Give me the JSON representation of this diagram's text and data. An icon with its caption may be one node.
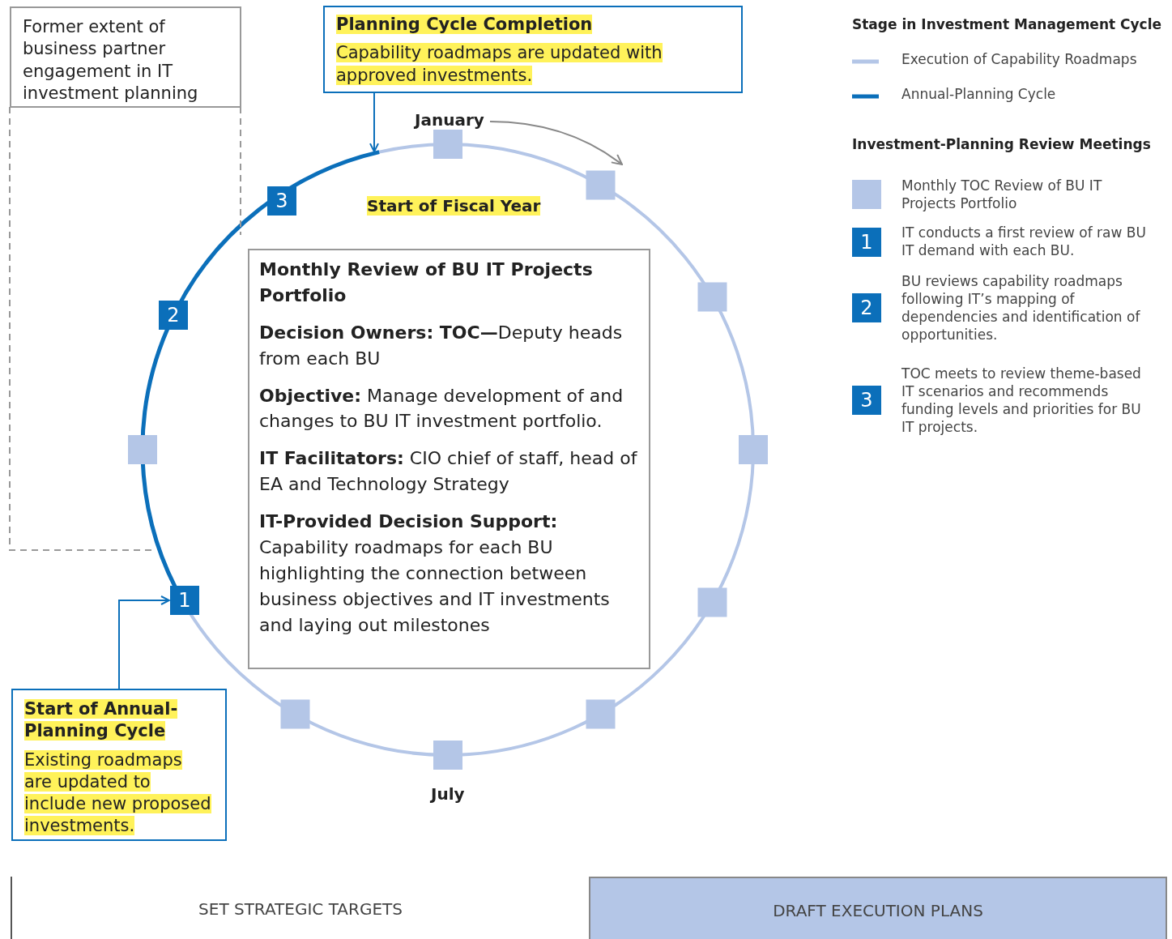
{
  "diagram": {
    "nodes": [
      {
        "text": [
          "Former extent of business partner engagement in IT investment planning"
        ]
      },
      {
        "text": [
          "Planning Cycle Completion",
          "Capability roadmaps are updated with approved investments."
        ]
      },
      {
        "text": [
          "3"
        ]
      },
      {
        "text": [
          "2"
        ]
      },
      {
        "text": [
          "Monthly Review of BU IT Projects Portfolio",
          "**Decision Owners: TOC—**Deputy heads from each BU",
          "**Objective:** Manage development of and changes to BU IT investment portfolio.",
          "**IT Facilitators:** CIO chief of staff, head of EA and Technology Strategy",
          "**IT-Provided Decision Support:** Capability roadmaps for each BU highlighting the connection between business objectives and IT investments and laying out milestones"
        ]
      },
      {
        "text": [
          "1"
        ]
      },
      {
        "text": [
          "Start of Annual-Planning Cycle",
          "Existing roadmaps are updated to include new proposed investments."
        ]
      },
      {
        "text": [
          "SET STRATEGIC TARGETS"
        ]
      },
      {
        "text": [
          "DRAFT EXECUTION PLANS"
        ]
      },
      {
        "text": [
          "1"
        ]
      },
      {
        "text": [
          "2"
        ]
      },
      {
        "text": [
          "3"
        ]
      }
    ],
    "edges": [
      {
        "from": 1,
        "to": null,
        "arrow": "to"
      },
      {
        "from": 6,
        "to": 5,
        "arrow": "to"
      }
    ],
    "labels": [
      "Stage in Investment Management Cycle",
      "January",
      "Investment-Planning Review Meetings",
      "Start of Fiscal Year",
      "July"
    ],
    "legend": [
      {
        "text": "Execution of Capability Roadmaps"
      },
      {
        "text": "Annual-Planning Cycle"
      },
      {
        "text": "Monthly TOC Review of BU IT Projects Portfolio",
        "color": "#b4c6e7"
      },
      {
        "text": "IT conducts a first review of raw BU IT demand with each BU."
      },
      {
        "text": "BU reviews capability roadmaps following IT’s mapping of dependencies and identification of opportunities."
      },
      {
        "text": "TOC meets to review theme-based IT scenarios and recommends funding levels and priorities for BU IT projects."
      }
    ]
  }
}
